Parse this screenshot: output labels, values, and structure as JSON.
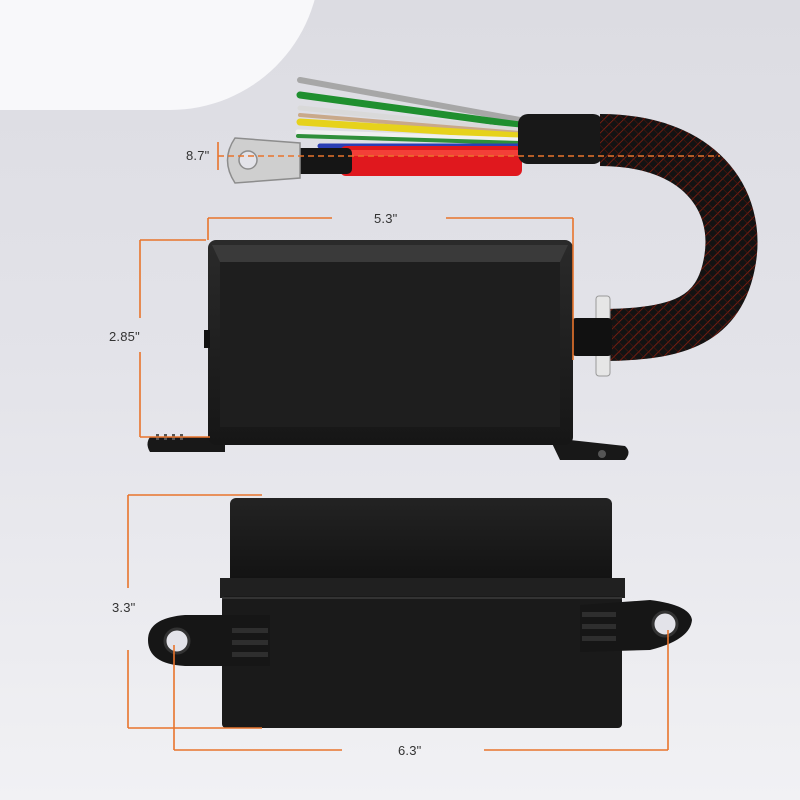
{
  "dimensions": {
    "cable_length": "8.7\"",
    "top_width": "5.3\"",
    "top_height": "2.85\"",
    "bottom_height": "3.3\"",
    "bottom_width": "6.3\""
  },
  "colors": {
    "accent_orange": "#e8742c",
    "housing": "#1c1c1c",
    "wire_red": "#e0181e",
    "wire_yellow": "#e6d21c",
    "wire_green": "#1f8f2f",
    "wire_blue": "#2b3fb5",
    "wire_white": "#e8e8e8",
    "wire_gray": "#9a9a9a",
    "sleeve_mesh": "#b32a16"
  },
  "objects": {
    "top_view": "fuse-relay-box-top-view",
    "bottom_view": "fuse-relay-box-side-view",
    "harness": "wire-harness-with-braided-sleeve",
    "terminal": "ring-terminal"
  }
}
